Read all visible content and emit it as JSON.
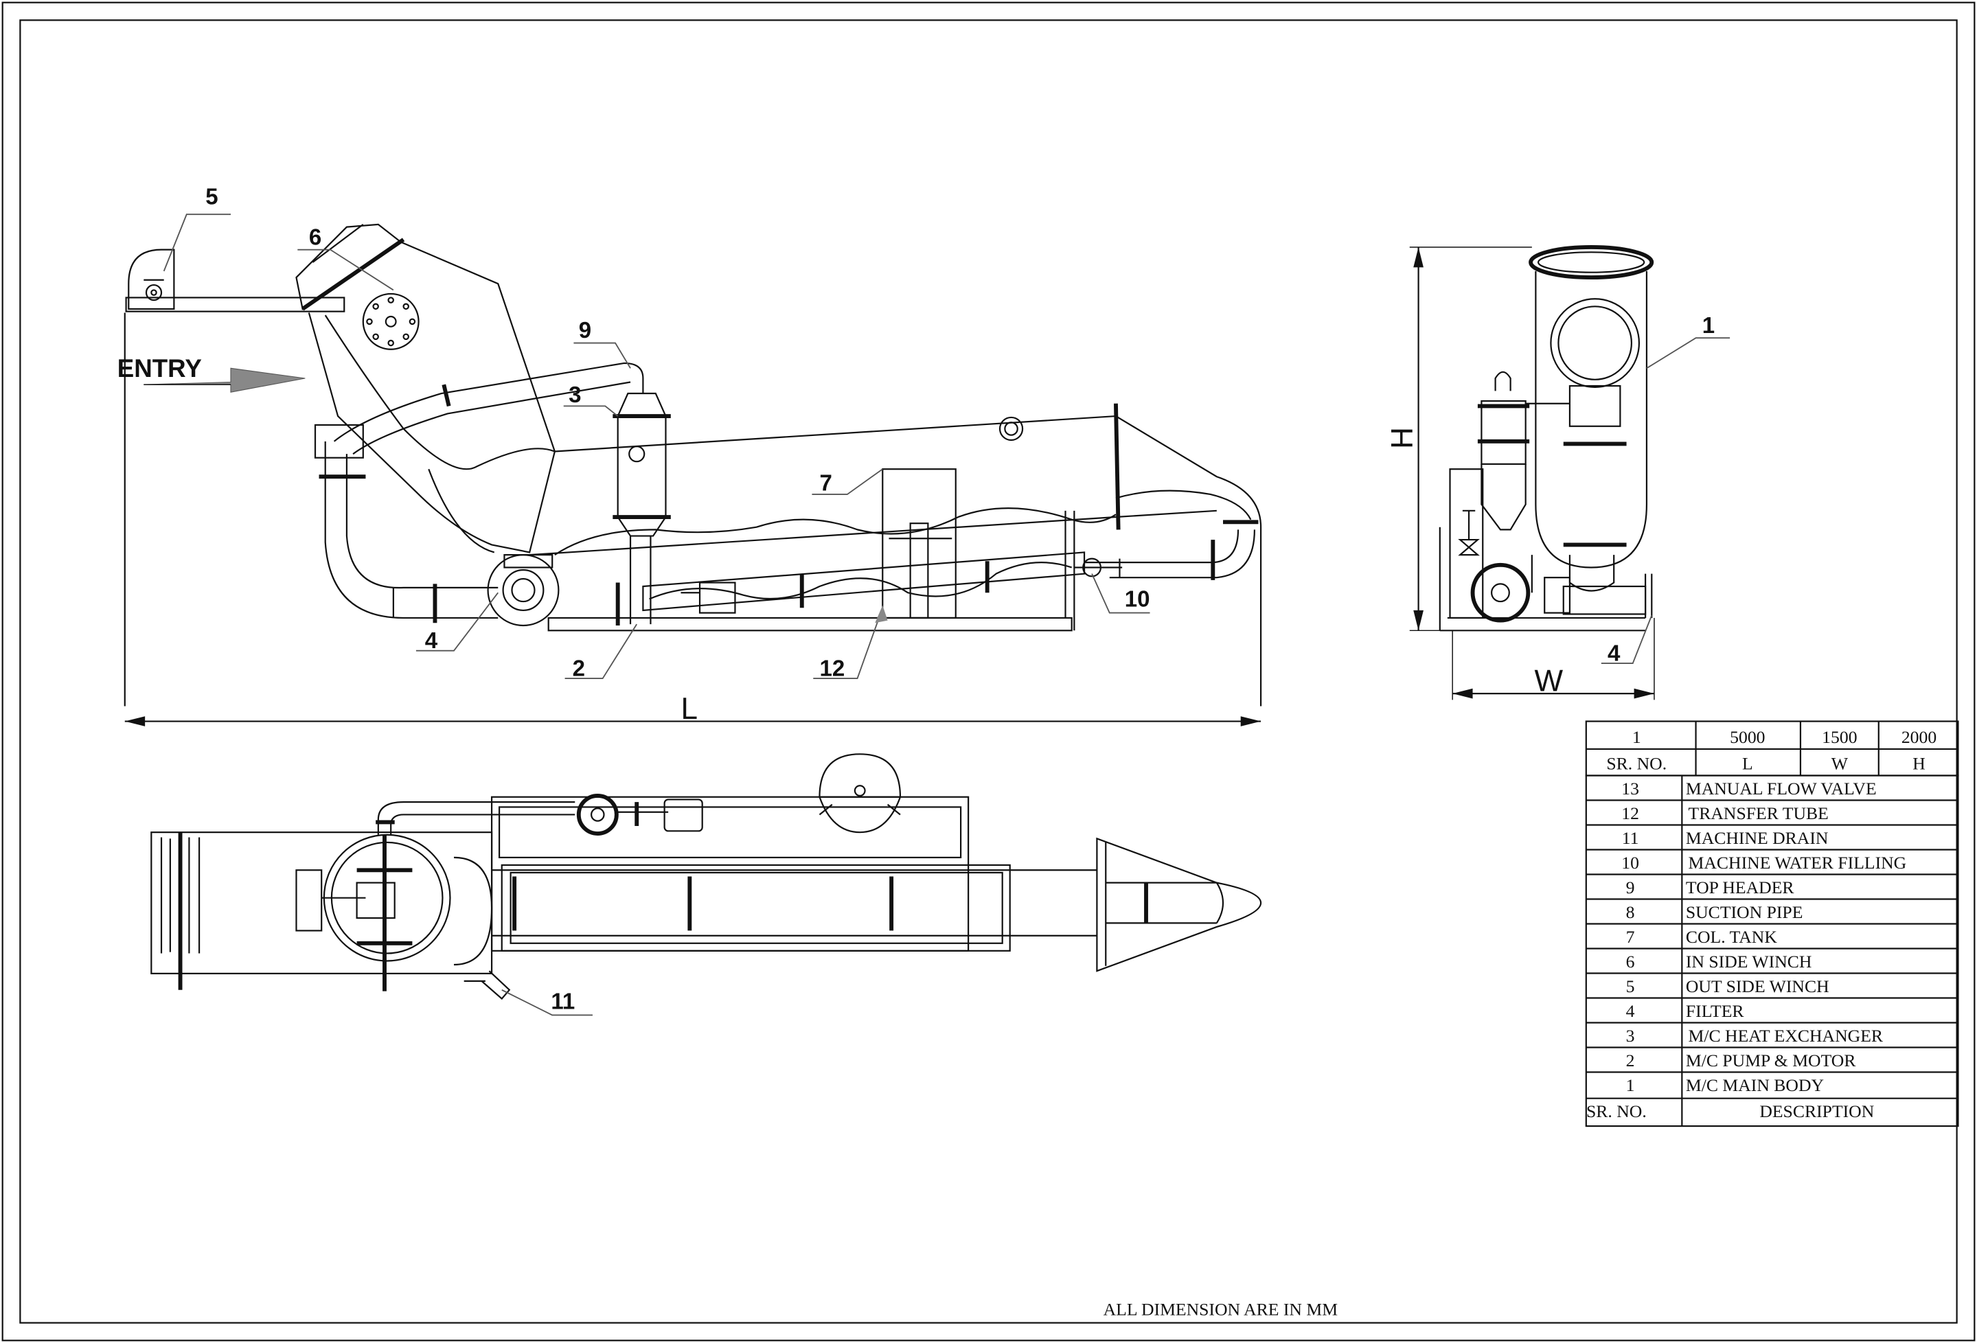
{
  "entry_label": "ENTRY",
  "callouts": {
    "c1": "1",
    "c2": "2",
    "c3": "3",
    "c4a": "4",
    "c4b": "4",
    "c5": "5",
    "c6": "6",
    "c7": "7",
    "c9": "9",
    "c10": "10",
    "c11": "11",
    "c12": "12"
  },
  "dimensions": {
    "length": "L",
    "width": "W",
    "height": "H"
  },
  "size_table": {
    "row1": [
      "1",
      "5000",
      "1500",
      "2000"
    ],
    "row2": [
      "SR. NO.",
      "L",
      "W",
      "H"
    ]
  },
  "parts_table": {
    "rows": [
      [
        "13",
        "MANUAL FLOW VALVE"
      ],
      [
        "12",
        "TRANSFER TUBE"
      ],
      [
        "11",
        "MACHINE DRAIN"
      ],
      [
        "10",
        "MACHINE WATER FILLING"
      ],
      [
        "9",
        "TOP HEADER"
      ],
      [
        "8",
        "SUCTION PIPE"
      ],
      [
        "7",
        "COL. TANK"
      ],
      [
        "6",
        "IN SIDE WINCH"
      ],
      [
        "5",
        "OUT SIDE WINCH"
      ],
      [
        "4",
        "FILTER"
      ],
      [
        "3",
        "M/C HEAT EXCHANGER"
      ],
      [
        "2",
        "M/C PUMP & MOTOR"
      ],
      [
        "1",
        "M/C MAIN BODY"
      ]
    ],
    "footer": [
      "SR. NO.",
      "DESCRIPTION"
    ]
  },
  "footnote": "ALL DIMENSION ARE IN MM"
}
